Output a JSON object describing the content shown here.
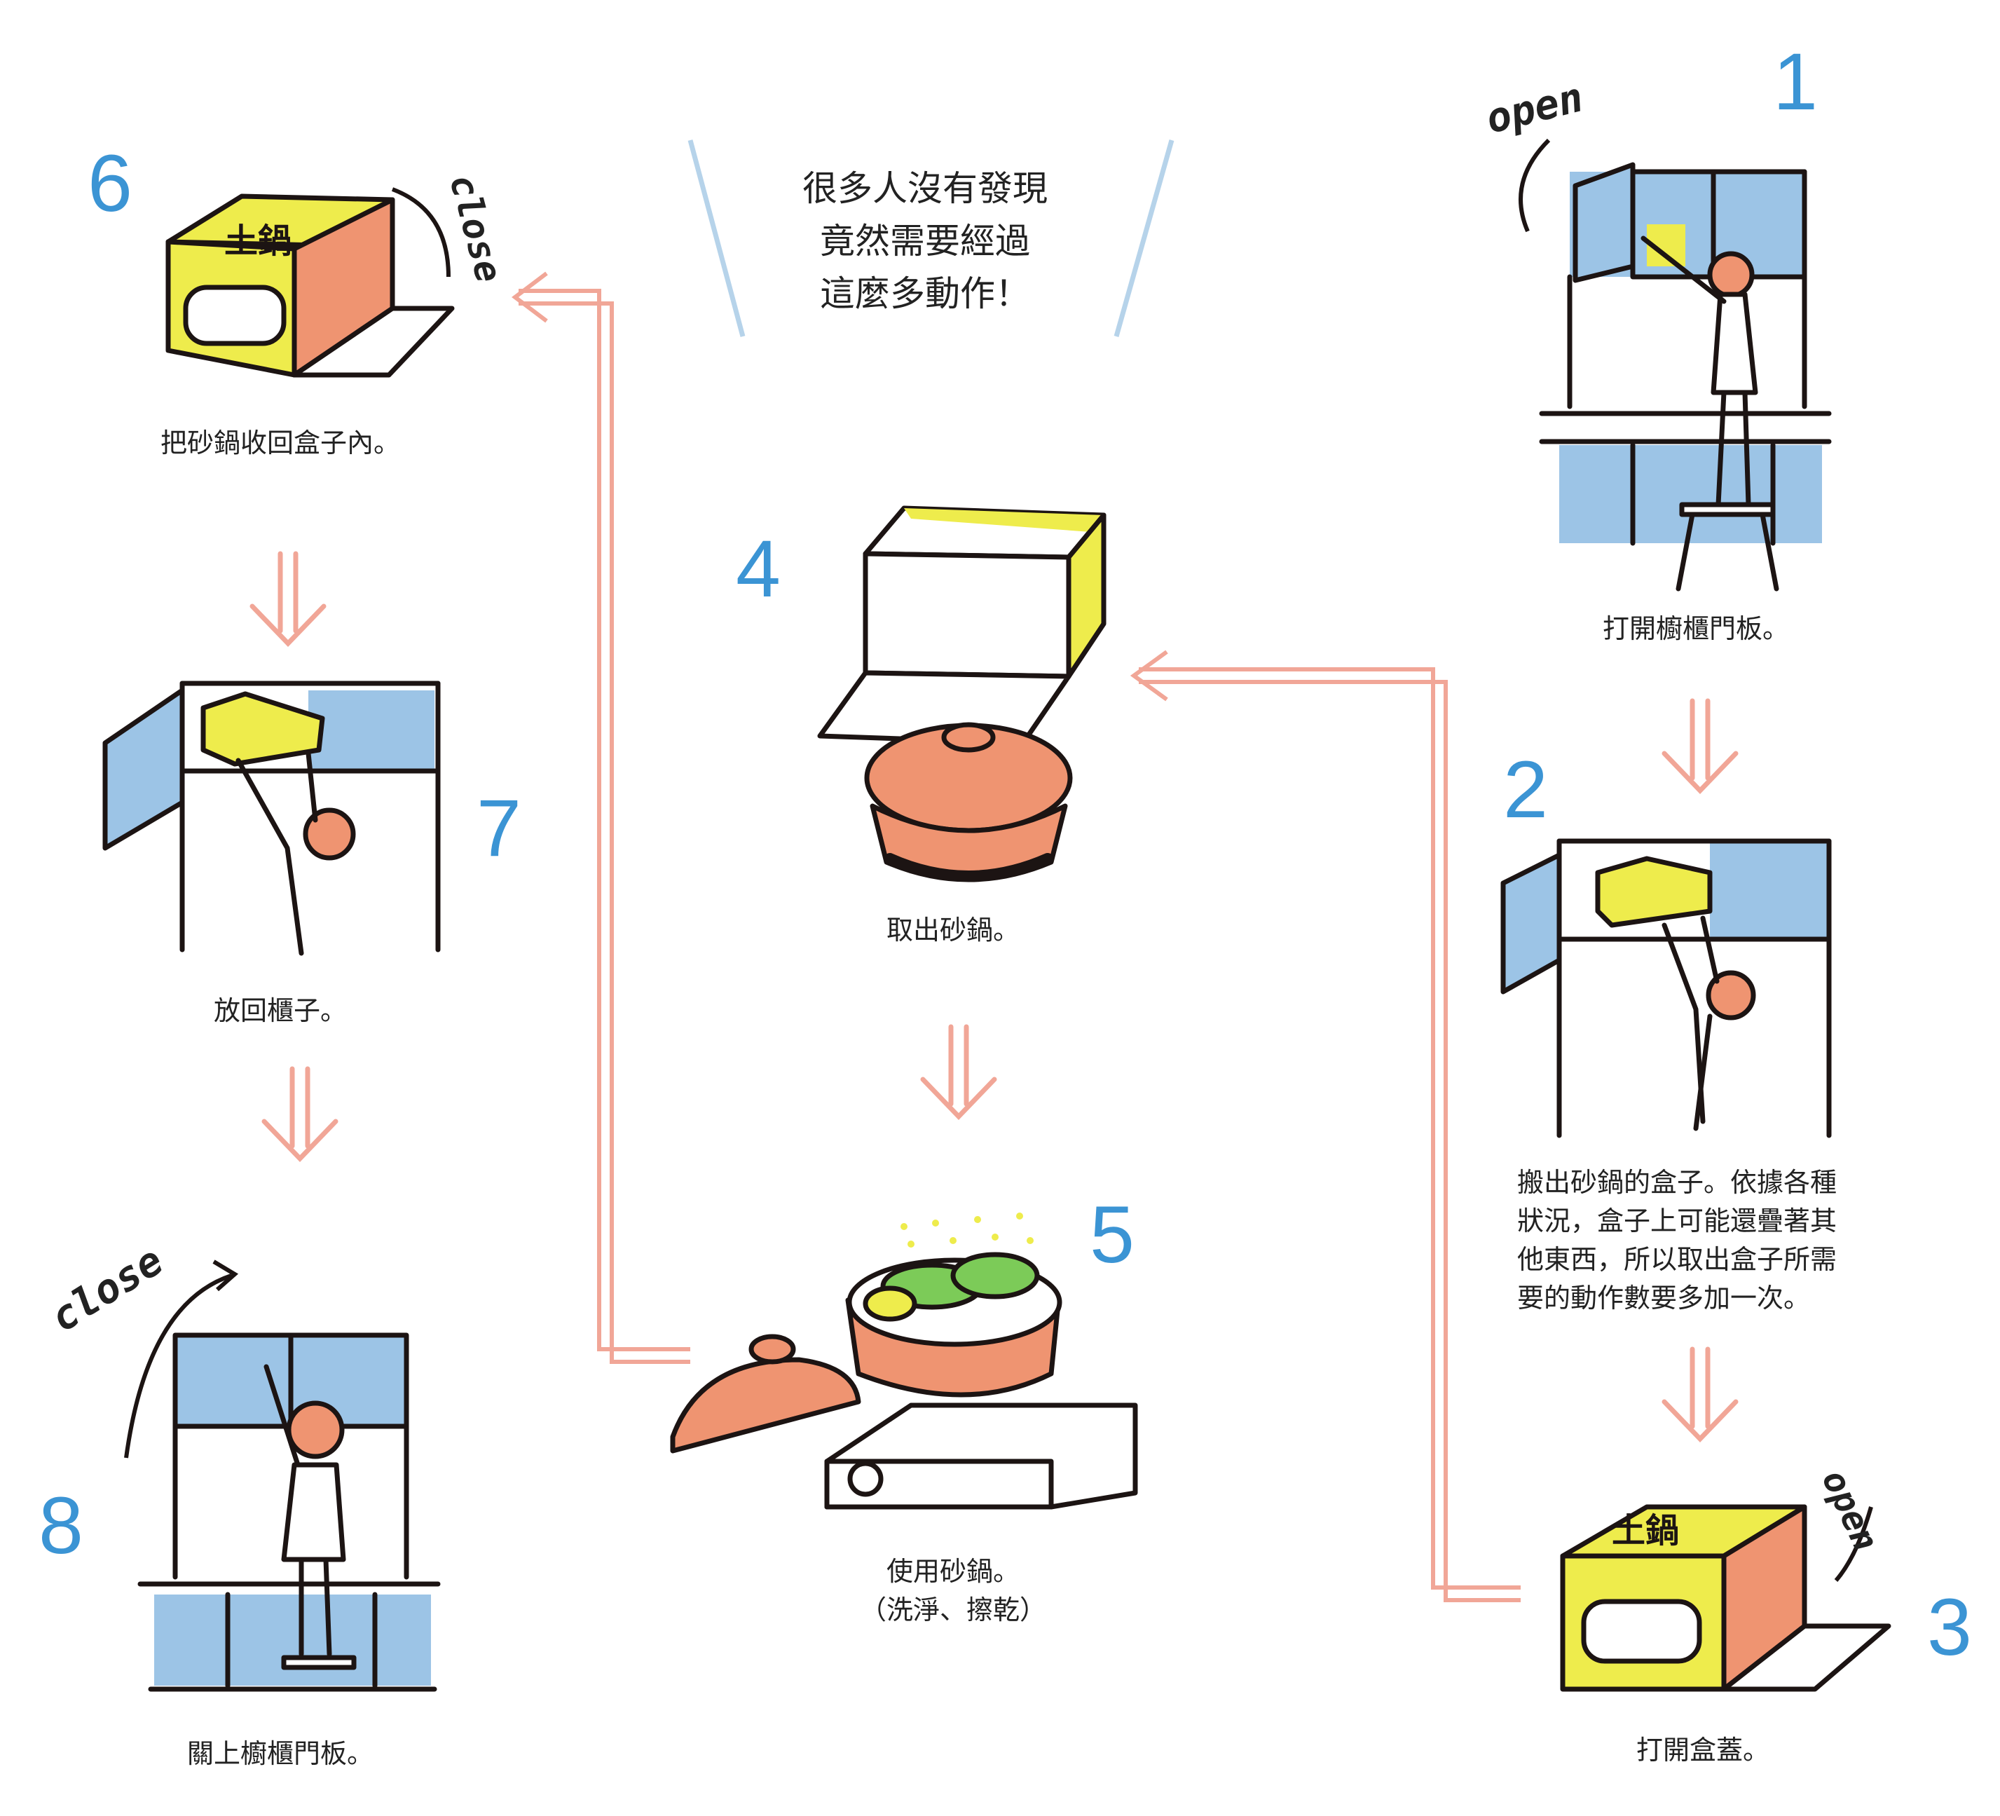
{
  "intro": {
    "lines": [
      "很多人沒有發現",
      "竟然需要經過",
      "這麼多動作！"
    ]
  },
  "steps": [
    {
      "number": "1",
      "caption": [
        "打開櫥櫃門板。"
      ]
    },
    {
      "number": "2",
      "caption": [
        "搬出砂鍋的盒子。依據各種",
        "狀況，盒子上可能還疊著其",
        "他東西，所以取出盒子所需",
        "要的動作數要多加一次。"
      ]
    },
    {
      "number": "3",
      "caption": [
        "打開盒蓋。"
      ]
    },
    {
      "number": "4",
      "caption": [
        "取出砂鍋。"
      ]
    },
    {
      "number": "5",
      "caption": [
        "使用砂鍋。",
        "（洗淨、擦乾）"
      ]
    },
    {
      "number": "6",
      "caption": [
        "把砂鍋收回盒子內。"
      ]
    },
    {
      "number": "7",
      "caption": [
        "放回櫃子。"
      ]
    },
    {
      "number": "8",
      "caption": [
        "關上櫥櫃門板。"
      ]
    }
  ],
  "labels": {
    "open_1": "open",
    "open_3": "open",
    "close_6": "close",
    "close_8": "close",
    "box_text": "土鍋"
  },
  "colors": {
    "number_blue": "#3b94d4",
    "arrow_salmon": "#f1a697",
    "cabinet_blue": "#9cc4e6",
    "box_yellow": "#eeec4c",
    "pot_orange": "#ef9471",
    "line_dark": "#1c1413",
    "bracket_blue": "#b6d3ea"
  }
}
